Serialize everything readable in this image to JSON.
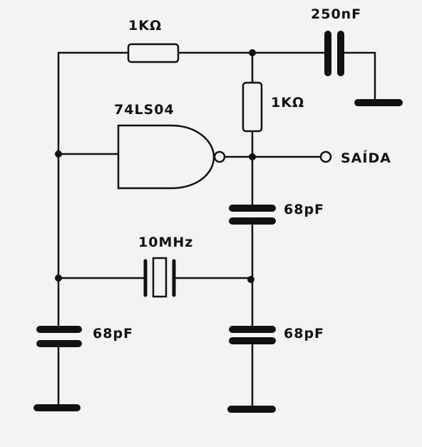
{
  "components": {
    "r1": {
      "label": "1KΩ"
    },
    "r2": {
      "label": "1KΩ"
    },
    "c_250n": {
      "label": "250nF"
    },
    "gate": {
      "label": "74LS04"
    },
    "output": {
      "label": "SAÍDA"
    },
    "c_68p_mid": {
      "label": "68pF"
    },
    "crystal": {
      "label": "10MHz"
    },
    "c_68p_left": {
      "label": "68pF"
    },
    "c_68p_right": {
      "label": "68pF"
    }
  },
  "colors": {
    "ink": "#111111",
    "paper": "#f3f3f1"
  }
}
